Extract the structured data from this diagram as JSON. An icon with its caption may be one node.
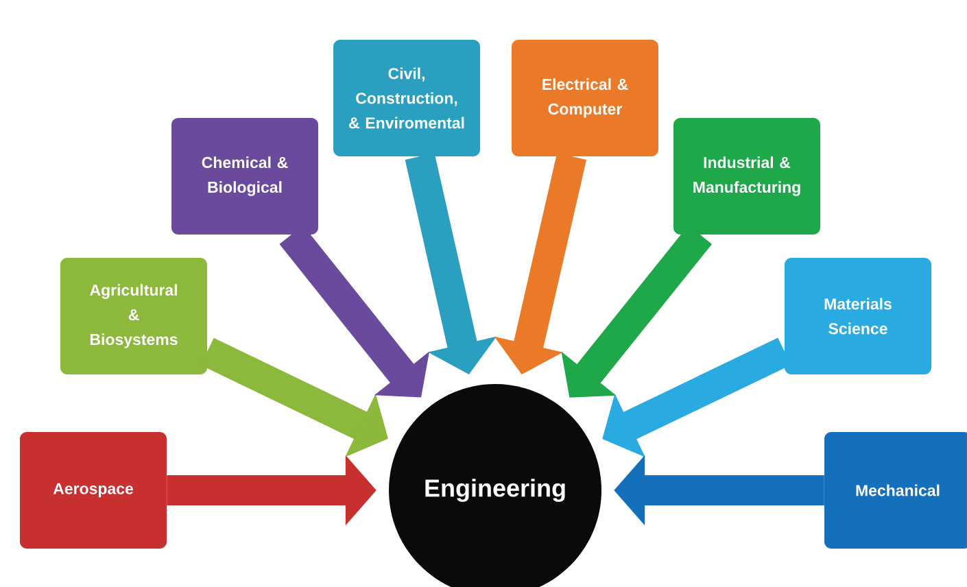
{
  "diagram": {
    "nodes": [
      {
        "text": [
          "Engineering"
        ]
      },
      {
        "text": [
          "Aerospace"
        ]
      },
      {
        "text": [
          "Agricultural & Biosystems"
        ]
      },
      {
        "text": [
          "Chemical & Biological"
        ]
      },
      {
        "text": [
          "Civil, Construction, & Enviromental"
        ]
      },
      {
        "text": [
          "Electrical & Computer"
        ]
      },
      {
        "text": [
          "Industrial & Manufacturing"
        ]
      },
      {
        "text": [
          "Materials Science"
        ]
      },
      {
        "text": [
          "Mechanical"
        ]
      }
    ],
    "edges": [
      {
        "from": 1,
        "to": 0,
        "arrow": "to",
        "color": "#c8302f"
      },
      {
        "from": 2,
        "to": 0,
        "arrow": "to",
        "color": "#8cb83b"
      },
      {
        "from": 3,
        "to": 0,
        "arrow": "to",
        "color": "#6a4a9c"
      },
      {
        "from": 4,
        "to": 0,
        "arrow": "to",
        "color": "#2a9fc0"
      },
      {
        "from": 5,
        "to": 0,
        "arrow": "to",
        "color": "#ea7a28"
      },
      {
        "from": 6,
        "to": 0,
        "arrow": "to",
        "color": "#1fa84a"
      },
      {
        "from": 7,
        "to": 0,
        "arrow": "to",
        "color": "#29abe2"
      },
      {
        "from": 8,
        "to": 0,
        "arrow": "to",
        "color": "#1570bb"
      }
    ]
  }
}
